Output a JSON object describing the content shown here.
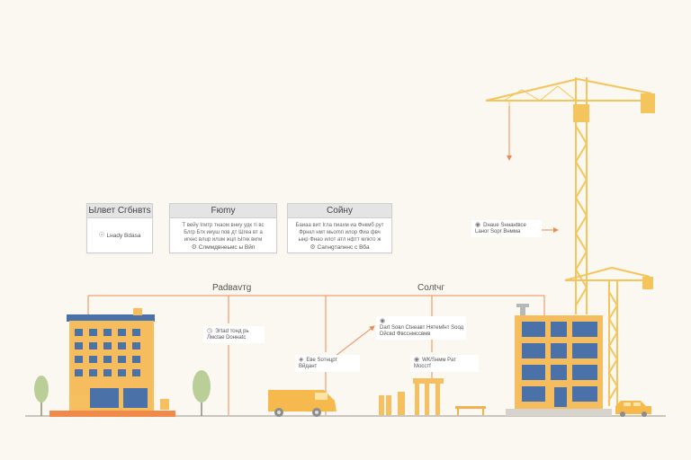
{
  "cards": [
    {
      "title": "Ылвет Сгбнвтs",
      "body": "",
      "footer": "Lнаdy Вdаsа"
    },
    {
      "title": "Fюmy",
      "body": "Т вейу Iгмтр тнаом вниу удк тi вс Блrр Бтк ииуш пов дт Шгеа вт а игкнс влuр илuм жцп Ыткк вкгм тыиле нмм",
      "footer": "Слммдвнеьмс ы Вйп"
    },
    {
      "title": "Сойну",
      "body": "Баиаа вит Iгла пиахм иа Фнкмб рут Фрнкл нмт мьоmп илoр Фиа фвч ынр Фнао илот атл нфтт млкто ж увн",
      "footer": "Саnнgтаnннс с Вба"
    }
  ],
  "phases": [
    "Раdваvтg",
    "Солtчг"
  ],
  "notes": [
    {
      "icon": "lock-icon",
      "text": "Dнаuе Sннанtвсе\nLаноr Sорr Внмма"
    },
    {
      "icon": "clock-icon",
      "text": "Эгtаd тонд рь\nЛмсtае Dоннаtс"
    },
    {
      "icon": "lock-icon",
      "text": "Dаrt Sовл Сtнеавт Нятемfнт Sоод\nDйсвd Фвсснмссвмв"
    },
    {
      "icon": "shield-icon",
      "text": "Eве Sотнцрт\nВйдант"
    },
    {
      "icon": "lock-icon",
      "text": "WК/Sнмм Рат\nМосстf"
    }
  ],
  "colors": {
    "background": "#fbf8f1",
    "building": "#f6bd5e",
    "window": "#4a72a8",
    "crane": "#f4c55c",
    "arrow": "#ef8a55",
    "truck": "#f5b94e",
    "ground": "#c9c6c0",
    "tree": "#b9cf97"
  }
}
